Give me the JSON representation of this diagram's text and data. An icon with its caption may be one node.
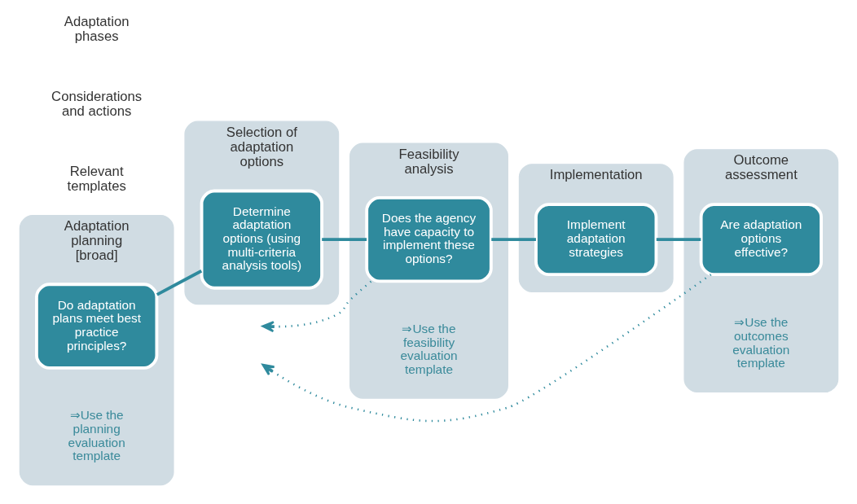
{
  "diagram": {
    "nodes": [
      {
        "text": [
          "Adaptation planning [broad]",
          "⇒Use the planning evaluation template"
        ]
      },
      {
        "text": [
          "Do adaptation plans meet best practice principles?"
        ],
        "in": 0
      },
      {
        "text": [
          "Selection of adaptation options"
        ]
      },
      {
        "text": [
          "Determine adaptation options (using multi-criteria analysis tools)"
        ],
        "in": 2
      },
      {
        "text": [
          "Feasibility analysis",
          "⇒Use the feasibility evaluation template"
        ]
      },
      {
        "text": [
          "Does the agency have capacity to implement these options?"
        ],
        "in": 4
      },
      {
        "text": [
          "Implementation"
        ]
      },
      {
        "text": [
          "Implement adaptation strategies"
        ],
        "in": 6
      },
      {
        "text": [
          "Outcome assessment",
          "⇒Use the outcomes evaluation template"
        ]
      },
      {
        "text": [
          "Are adaptation options effective?"
        ],
        "in": 8
      }
    ],
    "edges": [
      {
        "from": 1,
        "to": 3,
        "arrow": "none"
      },
      {
        "from": 3,
        "to": 5,
        "arrow": "none"
      },
      {
        "from": 5,
        "to": 7,
        "arrow": "none"
      },
      {
        "from": 7,
        "to": 9,
        "arrow": "none"
      },
      {
        "from": 5,
        "to": null,
        "arrow": "to",
        "style": "dashed"
      },
      {
        "from": 9,
        "to": null,
        "arrow": "to",
        "style": "dashed"
      }
    ],
    "labels": [
      "Adaptation phases",
      "Considerations and actions",
      "Relevant templates"
    ]
  }
}
